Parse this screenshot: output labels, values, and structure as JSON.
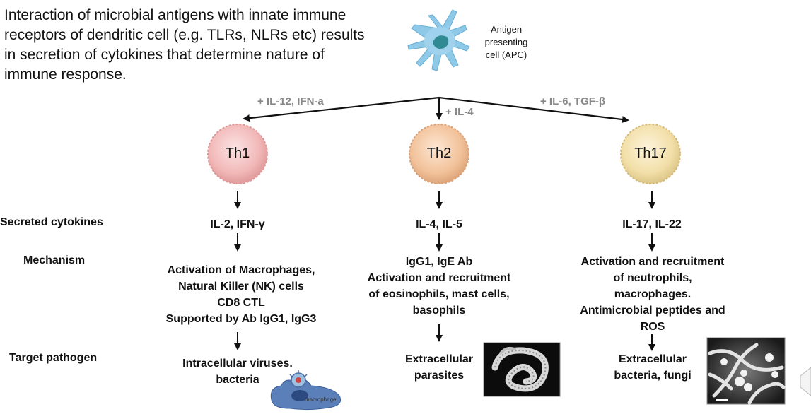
{
  "intro_text": "Interaction of microbial antigens with innate immune receptors of dendritic cell (e.g. TLRs, NLRs etc) results in secretion of cytokines that determine nature of immune response.",
  "apc_label": {
    "line1": "Antigen",
    "line2": "presenting",
    "line3": "cell (APC)"
  },
  "stimuli": {
    "th1": "+ IL-12, IFN-a",
    "th2": "+ IL-4",
    "th17": "+ IL-6, TGF-β"
  },
  "row_labels": {
    "cytokines": "Secreted cytokines",
    "mechanism": "Mechanism",
    "target": "Target pathogen"
  },
  "columns": {
    "th1": {
      "name": "Th1",
      "cytokines": "IL-2, IFN-γ",
      "mechanism": [
        "Activation of Macrophages,",
        "Natural Killer (NK) cells",
        "CD8 CTL",
        "Supported by Ab IgG1, IgG3"
      ],
      "target": [
        "Intracellular viruses.",
        "bacteria"
      ],
      "image_label": "macrophage",
      "color": "#f2b8b8"
    },
    "th2": {
      "name": "Th2",
      "cytokines": "IL-4, IL-5",
      "mechanism": [
        "IgG1, IgE Ab",
        "Activation and recruitment",
        "of eosinophils, mast cells,",
        "basophils"
      ],
      "target": [
        "Extracellular",
        "parasites"
      ],
      "color": "#f2c29a"
    },
    "th17": {
      "name": "Th17",
      "cytokines": "IL-17, IL-22",
      "mechanism": [
        "Activation and recruitment",
        "of neutrophils,",
        "macrophages.",
        "Antimicrobial peptides and",
        "ROS"
      ],
      "target": [
        "Extracellular",
        "bacteria, fungi"
      ],
      "color": "#f2dfa8"
    }
  },
  "colors": {
    "stimulus_text": "#888888",
    "apc_body": "#8ec9e8",
    "apc_nucleus": "#2f8a93"
  }
}
